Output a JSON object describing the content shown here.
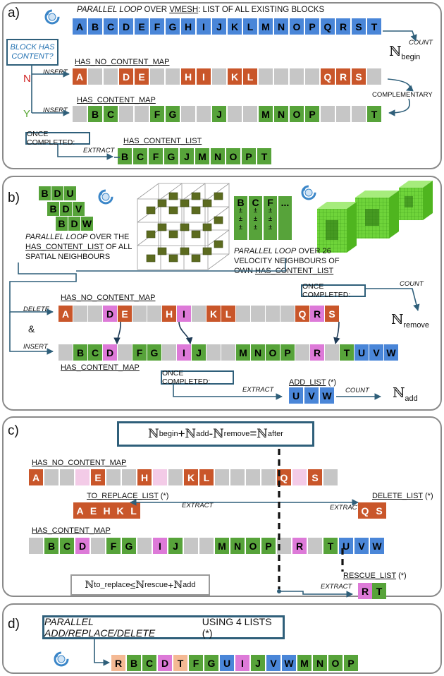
{
  "panel_a": {
    "label": "a)",
    "loop_text_italic": "PARALLEL LOOP",
    "loop_text_over": " OVER ",
    "loop_text_vmesh": "VMESH",
    "loop_text_rest": ": LIST OF ALL EXISTING BLOCKS",
    "blocks_row": [
      "A",
      "B",
      "C",
      "D",
      "E",
      "F",
      "G",
      "H",
      "I",
      "J",
      "K",
      "L",
      "M",
      "N",
      "O",
      "P",
      "Q",
      "R",
      "S",
      "T"
    ],
    "count_label": "COUNT",
    "n_begin": "ℕ",
    "n_begin_sub": "begin",
    "question_line1": "BLOCK HAS",
    "question_line2": "CONTENT?",
    "n_label": "N",
    "y_label": "Y",
    "insert_label": "INSERT",
    "has_no_content_map": "HAS_NO_CONTENT_MAP",
    "has_content_map": "HAS_CONTENT_MAP",
    "complementary": "COMPLEMENTARY",
    "no_content_row": [
      "A",
      "",
      "",
      "D",
      "E",
      "",
      "",
      "H",
      "I",
      "",
      "K",
      "L",
      "",
      "",
      "",
      "",
      "Q",
      "R",
      "S",
      ""
    ],
    "content_row": [
      "",
      "B",
      "C",
      "",
      "",
      "F",
      "G",
      "",
      "",
      "J",
      "",
      "",
      "M",
      "N",
      "O",
      "P",
      "",
      "",
      "",
      "T"
    ],
    "once_completed": "ONCE COMPLETED:",
    "extract_label": "EXTRACT",
    "has_content_list": "HAS_CONTENT_LIST",
    "content_list": [
      "B",
      "C",
      "F",
      "G",
      "J",
      "M",
      "N",
      "O",
      "P",
      "T"
    ]
  },
  "panel_b": {
    "label": "b)",
    "mini_rows": [
      [
        "B",
        "D",
        "U"
      ],
      [
        "B",
        "D",
        "V"
      ],
      [
        "B",
        "D",
        "W"
      ]
    ],
    "loop1_italic": "PARALLEL LOOP",
    "loop1_line1_rest": " OVER THE",
    "loop1_line2_u": "HAS_CONTENT_LIST",
    "loop1_line2_rest": " OF ALL",
    "loop1_line3": "SPATIAL NEIGHBOURS",
    "vel_cols": [
      "B",
      "C",
      "F",
      "..."
    ],
    "pm": "±",
    "loop2_italic": "PARALLEL LOOP",
    "loop2_line1_rest": " OVER 26",
    "loop2_line2": "VELOCITY NEIGHBOURS OF",
    "loop2_line3_a": "OWN ",
    "loop2_line3_u": "HAS_CONTENT_LIST",
    "has_no_content_map": "HAS_NO_CONTENT_MAP",
    "has_content_map": "HAS_CONTENT_MAP",
    "delete_label": "DELETE",
    "amp": "&",
    "insert_label": "INSERT",
    "once_completed_1": "ONCE COMPLETED:",
    "count_label": "COUNT",
    "n_remove": "ℕ",
    "n_remove_sub": "remove",
    "no_content_row": [
      "A",
      "",
      "",
      "D",
      "E",
      "",
      "",
      "H",
      "I",
      "",
      "K",
      "L",
      "",
      "",
      "",
      "",
      "Q",
      "R",
      "S"
    ],
    "content_row": [
      "",
      "B",
      "C",
      "D",
      "",
      "F",
      "G",
      "",
      "I",
      "J",
      "",
      "",
      "M",
      "N",
      "O",
      "P",
      "",
      "R",
      "",
      "T",
      "U",
      "V",
      "W"
    ],
    "once_completed_2": "ONCE COMPLETED:",
    "extract_label": "EXTRACT",
    "add_list": "ADD_LIST",
    "star": "(*)",
    "add_row": [
      "U",
      "V",
      "W"
    ],
    "count_label_2": "COUNT",
    "n_add": "ℕ",
    "n_add_sub": "add"
  },
  "panel_c": {
    "label": "c)",
    "eq_begin": "ℕ",
    "eq_begin_sub": "begin",
    "eq_plus": " + ",
    "eq_add": "ℕ",
    "eq_add_sub": "add",
    "eq_minus": " - ",
    "eq_remove": "ℕ",
    "eq_remove_sub": "remove",
    "eq_equals": " = ",
    "eq_after": "ℕ",
    "eq_after_sub": "after",
    "has_no_content_map": "HAS_NO_CONTENT_MAP",
    "no_content_row": [
      "A",
      "",
      "",
      "",
      "E",
      "",
      "",
      "H",
      "",
      "",
      "K",
      "L",
      "",
      "",
      "",
      "",
      "Q",
      "",
      "S",
      ""
    ],
    "to_replace_list": "TO_REPLACE_LIST",
    "star": "(*)",
    "to_replace_row": [
      "A",
      "E",
      "H",
      "K",
      "L"
    ],
    "extract_label": "EXTRACT",
    "delete_list": "DELETE_LIST",
    "delete_row": [
      "Q",
      "S"
    ],
    "has_content_map": "HAS_CONTENT_MAP",
    "content_row": [
      "",
      "B",
      "C",
      "D",
      "",
      "F",
      "G",
      "",
      "I",
      "J",
      "",
      "",
      "M",
      "N",
      "O",
      "P",
      "",
      "R",
      "",
      "T",
      "U",
      "V",
      "W"
    ],
    "rescue_list": "RESCUE_LIST",
    "rescue_row": [
      "R",
      "T"
    ],
    "ineq_a": "ℕ",
    "ineq_a_sub": "to_replace",
    "ineq_le": " ≤ ",
    "ineq_b": "ℕ",
    "ineq_b_sub": "rescue",
    "ineq_plus": " + ",
    "ineq_c": "ℕ",
    "ineq_c_sub": "add"
  },
  "panel_d": {
    "label": "d)",
    "title_italic": "PARALLEL ADD/REPLACE/DELETE",
    "title_rest": " USING 4 LISTS (*)",
    "final_row": [
      "R",
      "B",
      "C",
      "D",
      "T",
      "F",
      "G",
      "U",
      "I",
      "J",
      "V",
      "W",
      "M",
      "N",
      "O",
      "P"
    ]
  }
}
